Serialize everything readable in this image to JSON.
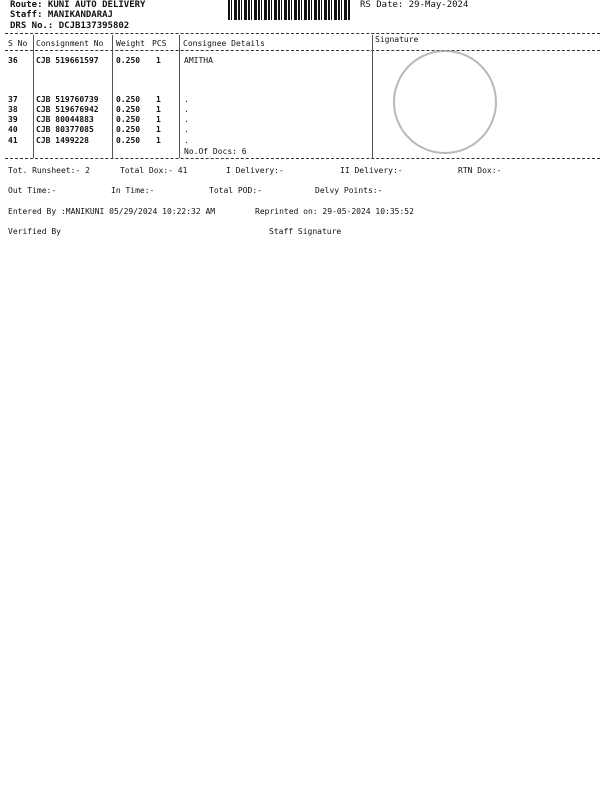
{
  "header": {
    "route": "Route: KUNI AUTO DELIVERY",
    "staff": "Staff: MANIKANDARAJ",
    "drs_no": "DRS No.: DCJB137395802",
    "rs_date": "RS Date: 29-May-2024"
  },
  "table": {
    "columns": [
      "S No",
      "Consignment No",
      "Weight",
      "PCS",
      "Consignee Details",
      "Signature"
    ],
    "rows": [
      {
        "sno": "36",
        "cn": "CJB 519661597",
        "weight": "0.250",
        "pcs": "1",
        "consignee": "AMITHA"
      },
      {
        "sno": "37",
        "cn": "CJB 519760739",
        "weight": "0.250",
        "pcs": "1",
        "consignee": "."
      },
      {
        "sno": "38",
        "cn": "CJB 519676942",
        "weight": "0.250",
        "pcs": "1",
        "consignee": "."
      },
      {
        "sno": "39",
        "cn": "CJB 80044883",
        "weight": "0.250",
        "pcs": "1",
        "consignee": "."
      },
      {
        "sno": "40",
        "cn": "CJB 80377085",
        "weight": "0.250",
        "pcs": "1",
        "consignee": "."
      },
      {
        "sno": "41",
        "cn": "CJB 1499228",
        "weight": "0.250",
        "pcs": "1",
        "consignee": "."
      }
    ],
    "no_of_docs": "No.Of Docs: 6"
  },
  "summary": {
    "tot_runsheet": "Tot. Runsheet:- 2",
    "total_dox": "Total Dox:-   41",
    "i_delivery": "I Delivery:-",
    "ii_delivery": "II Delivery:-",
    "rtn_dox": "RTN Dox:-",
    "out_time": "Out Time:-",
    "in_time": "In Time:-",
    "total_pod": "Total POD:-",
    "delvy_points": "Delvy Points:-",
    "entered_by": "Entered By :MANIKUNI 05/29/2024 10:22:32 AM",
    "reprinted": "Reprinted on: 29-05-2024 10:35:52",
    "verified_by": "Verified By",
    "staff_signature": "Staff Signature"
  }
}
